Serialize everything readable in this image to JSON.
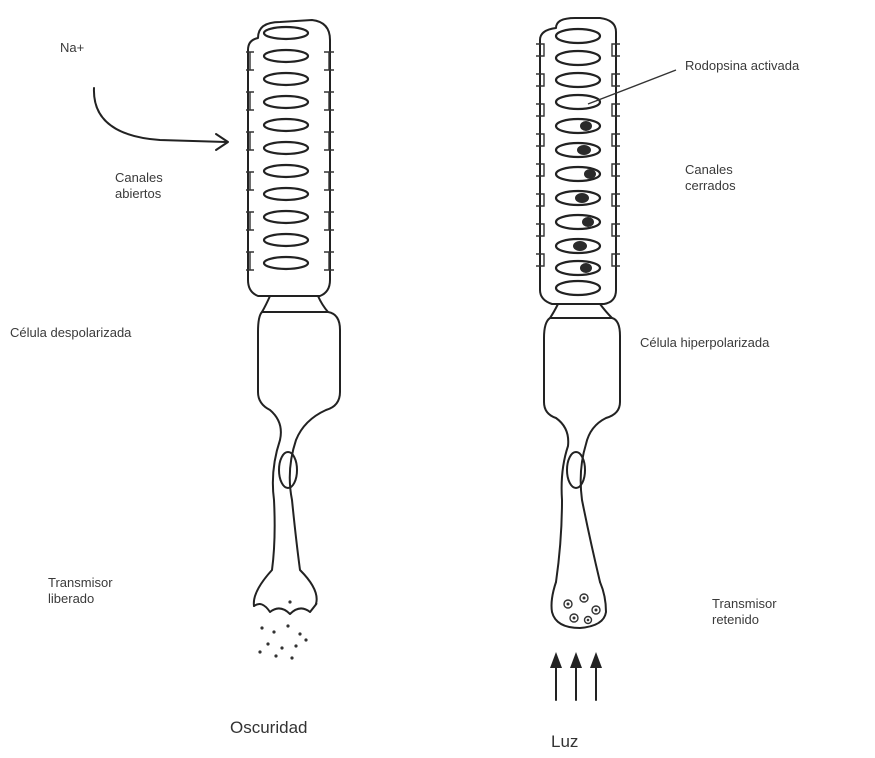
{
  "left_cell": {
    "ion_label": "Na+",
    "channels_label": [
      "Canales",
      "abiertos"
    ],
    "cell_state_label": "Célula despolarizada",
    "transmitter_label": [
      "Transmisor",
      "liberado"
    ],
    "caption": "Oscuridad"
  },
  "right_cell": {
    "rhodopsin_label": "Rodopsina activada",
    "channels_label": [
      "Canales",
      "cerrados"
    ],
    "cell_state_label": "Célula hiperpolarizada",
    "transmitter_label": [
      "Transmisor",
      "retenido"
    ],
    "caption": "Luz"
  }
}
